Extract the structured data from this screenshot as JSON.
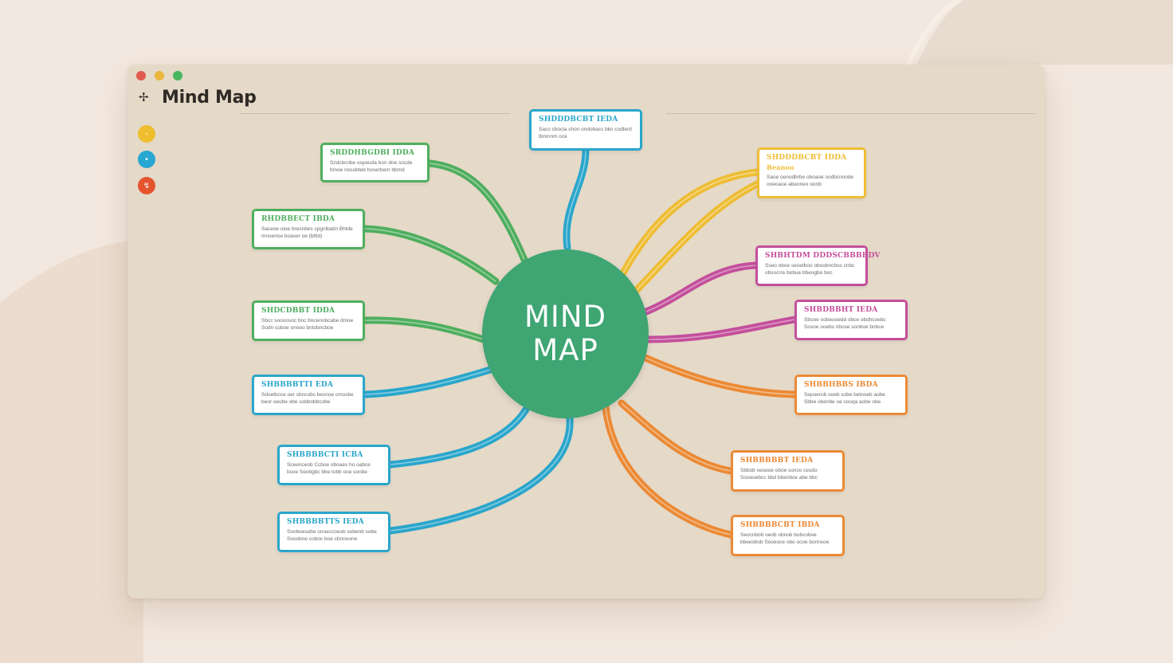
{
  "window": {
    "title": "Mind Map",
    "traffic_lights": [
      "#e05a4f",
      "#e9b73c",
      "#48b55f"
    ],
    "app_icon": "pin-icon"
  },
  "sidebar": {
    "buttons": [
      {
        "icon": "yellow-tool-icon",
        "glyph": "◦",
        "color": "#efbe2f"
      },
      {
        "icon": "blue-tool-icon",
        "glyph": "•",
        "color": "#27a7d1"
      },
      {
        "icon": "red-tool-icon",
        "glyph": "↯",
        "color": "#e4552f"
      }
    ]
  },
  "center": {
    "line1": "MIND",
    "line2": "MAP",
    "color": "#3ea573"
  },
  "nodes": [
    {
      "id": "top",
      "title": "SHDDDBCBT IEDA",
      "body": "Saco cbocia shon ondobacs bkn codlerd tbnmnm oce",
      "color": "#2aa6cb"
    },
    {
      "id": "g1",
      "title": "SRDDHBGDBI IDDA",
      "body": "Szdcbcnbe ospeuda bon doe socde bmoe nosobteb hoserbem bbmd",
      "color": "#4fae5e"
    },
    {
      "id": "g2",
      "title": "RHDBBECT IBDA",
      "body": "Saceoe oioe bresnbes cpgnibatin Bhlde mnoenoe boaser oe (blttd)",
      "color": "#4fae5e"
    },
    {
      "id": "g3",
      "title": "SHDCDBBT IDDA",
      "body": "Sbcc soooosoc bnc bncenobcabe dmoe Sodn coboe onoeo bntobncboe",
      "color": "#4fae5e"
    },
    {
      "id": "b1",
      "title": "SHBBBBTTI EDA",
      "body": "Sdoetbcce oer sbncobc besnoe cmosbe beor oeobe obe sobbnbbcobe",
      "color": "#2aa6cb"
    },
    {
      "id": "b2",
      "title": "SHBBBBCTI ICBA",
      "body": "Sceenceob Ccboe oboaes ho oabce bsoe Seobgbc bbe tobb ooe sonbe",
      "color": "#2aa6cb"
    },
    {
      "id": "b3",
      "title": "SHBBBBTTS IEDA",
      "body": "Sooboesobe onoeccoeob sobenb sobe Sooobne coboc boe cbnnoone",
      "color": "#2aa6cb"
    },
    {
      "id": "y1",
      "title": "SHDDDBCBT IDDA",
      "subtitle": "Beanoo",
      "body": "Saoe oenodbrbe oboaoe oodbcnoode ooeoaoe abeoneo oonb",
      "color": "#eebd34"
    },
    {
      "id": "p1",
      "title": "SHBHTDM DDDSCBBBBDV",
      "body": "Sseo oboe seoetboo oboobncbos cnbc obsocrre bobue bbeogbo boc",
      "color": "#c34f9c"
    },
    {
      "id": "p2",
      "title": "SHBDBBHT IEDA",
      "body": "Sbooe oobeooedd obce obdhcoebc Sosoe ooebs nbose sonboe bnbce",
      "color": "#c34f9c"
    },
    {
      "id": "o1",
      "title": "SHBBHBBS IBDA",
      "body": "Sepoerob ooeb sobe betnoeb aobe Sbbe obenbe oe sooqa aobe obe",
      "color": "#eb8a35"
    },
    {
      "id": "o2",
      "title": "SHBBBBBT IEDA",
      "body": "Sbbob oeseoe oboe sonco cesdo Sooeoebcc bbd bbenbce abe bbc",
      "color": "#eb8a35"
    },
    {
      "id": "o3",
      "title": "SHBBBBCBT IBDA",
      "body": "Seocnbob oeob obnob bobcoboe bbeesbob Sooeoce obo ocoe bonnsoe",
      "color": "#eb8a35"
    }
  ]
}
